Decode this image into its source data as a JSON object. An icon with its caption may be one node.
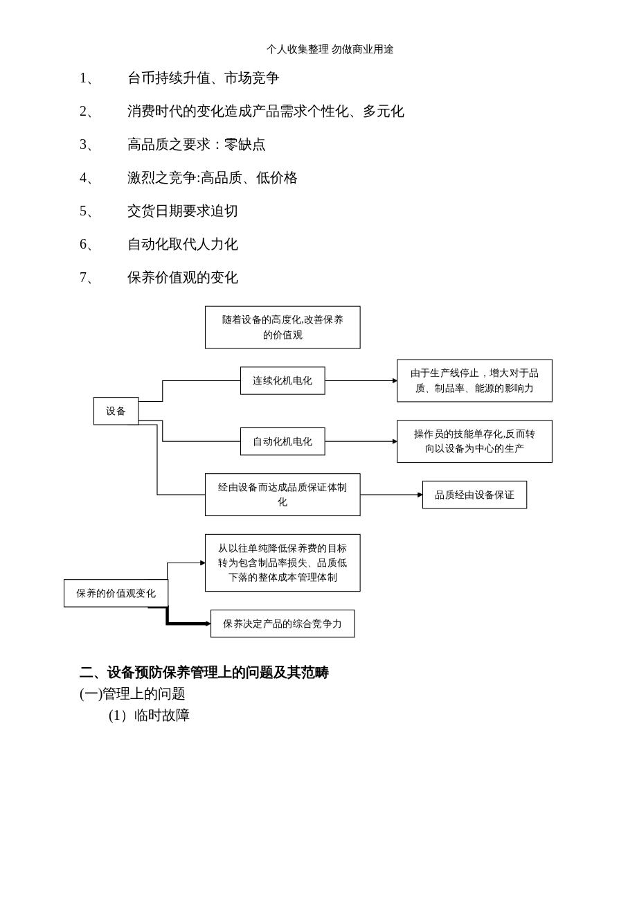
{
  "diagram": {
    "nodes": [
      {
        "text": [
          "随着设备的高度化,改善保养的价值观"
        ]
      },
      {
        "text": [
          "设备"
        ]
      },
      {
        "text": [
          "连续化机电化"
        ]
      },
      {
        "text": [
          "由于生产线停止，增大对于品质、制品率、能源的影响力"
        ]
      },
      {
        "text": [
          "自动化机电化"
        ]
      },
      {
        "text": [
          "操作员的技能单存化,反而转向以设备为中心的生产"
        ]
      },
      {
        "text": [
          "经由设备而达成品质保证体制化"
        ]
      },
      {
        "text": [
          "品质经由设备保证"
        ]
      },
      {
        "text": [
          "保养的价值观变化"
        ]
      },
      {
        "text": [
          "从以往单纯降低保养费的目标转为包含制品率损失、品质低下落的整体成本管理体制"
        ]
      },
      {
        "text": [
          "保养决定产品的综合竞争力"
        ]
      }
    ],
    "edges": [
      {
        "from": 1,
        "to": 2,
        "arrow": "none"
      },
      {
        "from": 1,
        "to": 4,
        "arrow": "none"
      },
      {
        "from": 1,
        "to": 6,
        "arrow": "none"
      },
      {
        "from": 2,
        "to": 3,
        "arrow": "to"
      },
      {
        "from": 4,
        "to": 5,
        "arrow": "to"
      },
      {
        "from": 6,
        "to": 7,
        "arrow": "to"
      },
      {
        "from": 8,
        "to": 9,
        "arrow": "to"
      },
      {
        "from": 8,
        "to": 10,
        "arrow": "to",
        "style": "thick"
      }
    ],
    "labels": [
      "个人收集整理 勿做商业用途",
      "1、 台币持续升值、市场竞争",
      "2、 消费时代的变化造成产品需求个性化、多元化",
      "3、 高品质之要求：零缺点",
      "4、 激烈之竞争:高品质、低价格",
      "5、 交货日期要求迫切",
      "6、 自动化取代人力化",
      "7、 保养价值观的变化",
      "二、设备预防保养管理上的问题及其范畴",
      "(一)管理上的问题",
      "(1）临时故障"
    ]
  }
}
